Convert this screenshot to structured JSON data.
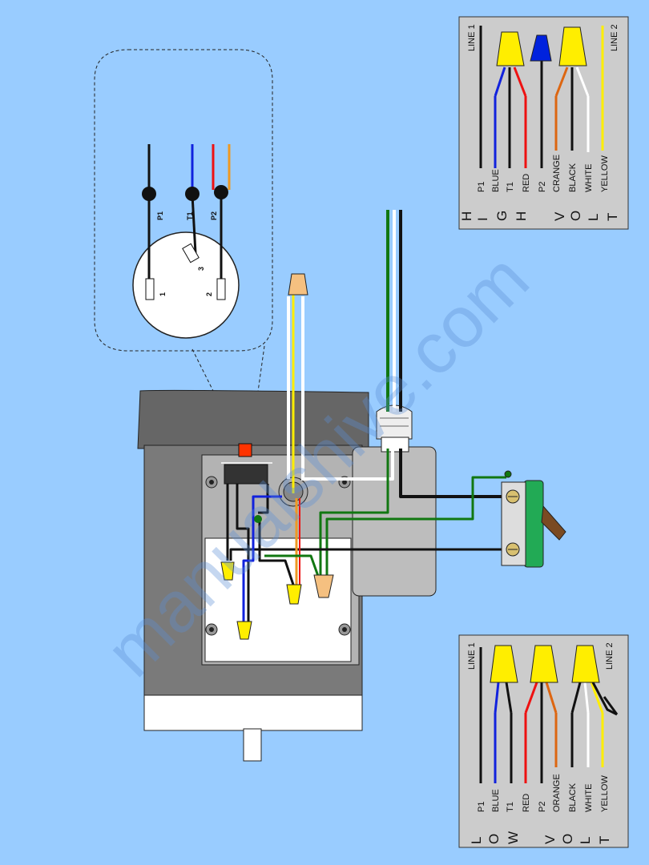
{
  "watermark": "manualshive.com",
  "inset": {
    "labels": [
      "P1",
      "T1",
      "P2"
    ],
    "terminals": [
      "1",
      "3",
      "2"
    ]
  },
  "high_volt": {
    "line1": "LINE 1",
    "line2": "LINE 2",
    "wires": [
      "P1",
      "BLUE",
      "T1",
      "RED",
      "P2",
      "CRANGE",
      "BLACK",
      "WHITE",
      "YELLOW"
    ],
    "title_letters": [
      "H",
      "I",
      "G",
      "H",
      "V",
      "O",
      "L",
      "T"
    ]
  },
  "low_volt": {
    "line1": "LINE 1",
    "line2": "LINE 2",
    "wires": [
      "P1",
      "BLUE",
      "T1",
      "RED",
      "P2",
      "ORANGE",
      "BLACK",
      "WHITE",
      "YELLOW"
    ],
    "title_letters": [
      "L",
      "O",
      "W",
      "V",
      "O",
      "L",
      "T"
    ]
  },
  "colors": {
    "background": "#99ccff",
    "panel": "#cccccc",
    "motor_body": "#7a7a7a",
    "wire_nut_yellow": "#ffee00",
    "wire_nut_tan": "#f5c080",
    "wire_nut_blue": "#0022dd",
    "switch_green": "#22aa55"
  }
}
